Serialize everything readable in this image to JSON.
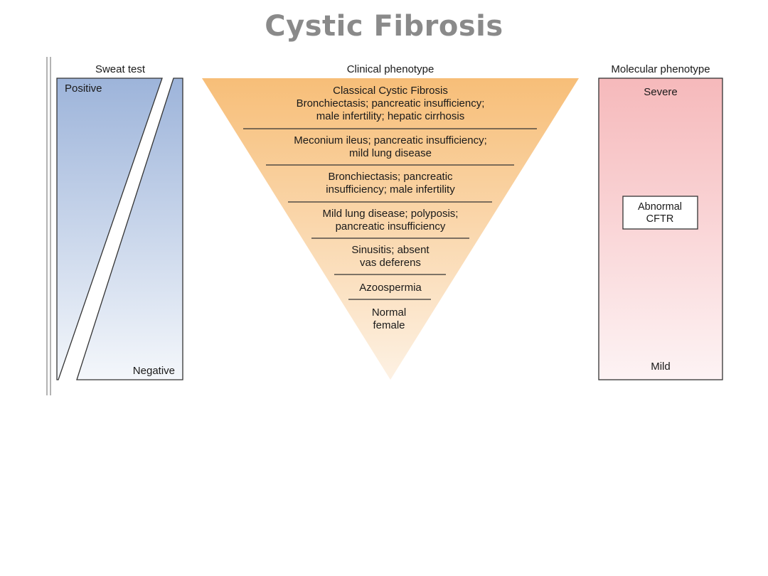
{
  "title": "Cystic Fibrosis",
  "sweat_test": {
    "header": "Sweat test",
    "top_label": "Positive",
    "bottom_label": "Negative"
  },
  "clinical_phenotype": {
    "header": "Clinical phenotype",
    "levels": [
      [
        "Classical Cystic Fibrosis",
        "Bronchiectasis; pancreatic insufficiency;",
        "male infertility; hepatic cirrhosis"
      ],
      [
        "Meconium ileus; pancreatic insufficiency;",
        "mild lung disease"
      ],
      [
        "Bronchiectasis; pancreatic",
        "insufficiency; male infertility"
      ],
      [
        "Mild lung disease; polyposis;",
        "pancreatic insufficiency"
      ],
      [
        "Sinusitis; absent",
        "vas deferens"
      ],
      [
        "Azoospermia"
      ],
      [
        "Normal",
        "female"
      ]
    ]
  },
  "molecular_phenotype": {
    "header": "Molecular phenotype",
    "top_label": "Severe",
    "bottom_label": "Mild",
    "box_lines": [
      "Abnormal",
      "CFTR"
    ]
  },
  "colors": {
    "title": "#8a8a8a",
    "sweat_top": "#9db4da",
    "sweat_bottom": "#f4f7fb",
    "triangle_top": "#f7be78",
    "triangle_bottom": "#fdf1e3",
    "molecular_top": "#f6b9bb",
    "molecular_bottom": "#fdf3f4"
  }
}
